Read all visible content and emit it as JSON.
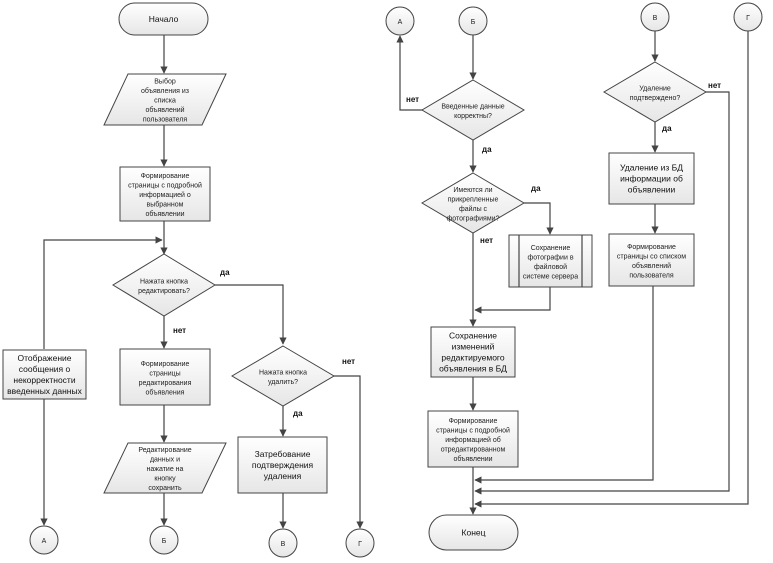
{
  "nodes": {
    "start": [
      "Начало"
    ],
    "select_ad": [
      "Выбор",
      "объявления из",
      "списка",
      "объявлений",
      "пользователя"
    ],
    "form_detail": [
      "Формирование",
      "страницы с подробной",
      "информацией о",
      "выбранном",
      "объявлении"
    ],
    "q_edit": [
      "Нажата кнопка",
      "редактировать?"
    ],
    "error_msg": [
      "Отображение",
      "сообщения о",
      "некорректности",
      "введенных данных"
    ],
    "form_edit": [
      "Формирование",
      "страницы",
      "редактирования",
      "объявления"
    ],
    "edit_data": [
      "Редактирование",
      "данных и",
      "нажатие на",
      "кнопку",
      "сохранить"
    ],
    "q_delete": [
      "Нажата кнопка",
      "удалить?"
    ],
    "confirm_req": [
      "Затребование",
      "подтверждения",
      "удаления"
    ],
    "q_valid": [
      "Введенные данные",
      "корректны?"
    ],
    "q_photos": [
      "Имеются ли",
      "прикрепленные",
      "файлы с",
      "фотографиями?"
    ],
    "save_photos": [
      "Сохранение",
      "фотографии в",
      "файловой",
      "системе сервера"
    ],
    "save_changes": [
      "Сохранение",
      "изменений",
      "редактируемого",
      "объявления в БД"
    ],
    "form_edited": [
      "Формирование",
      "страницы с подробной",
      "информацией об",
      "отредактированном",
      "объявлении"
    ],
    "end": [
      "Конец"
    ],
    "q_confirmed": [
      "Удаление",
      "подтверждено?"
    ],
    "delete_db": [
      "Удаление из БД",
      "информации об",
      "объявлении"
    ],
    "form_list": [
      "Формирование",
      "страницы со списком",
      "объявлений",
      "пользователя"
    ]
  },
  "connectors": {
    "a": "А",
    "b": "Б",
    "v": "В",
    "g": "Г"
  },
  "labels": {
    "yes": "да",
    "no": "нет"
  }
}
